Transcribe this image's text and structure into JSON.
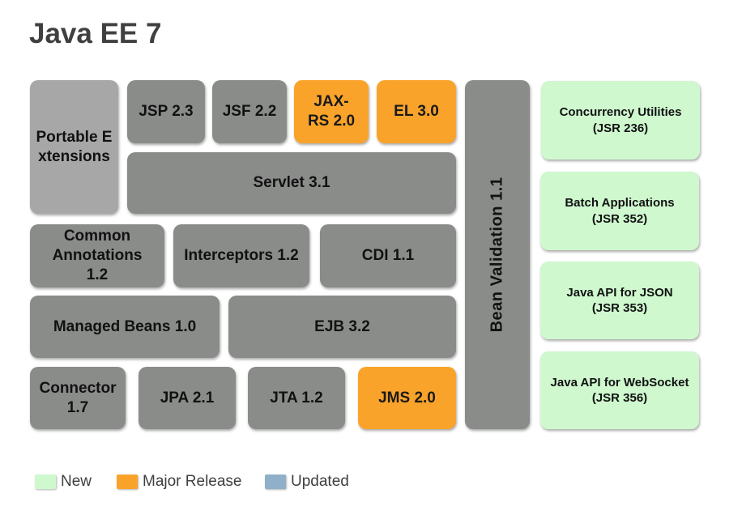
{
  "title": "Java EE 7",
  "colors": {
    "gray": "#8a8c8a",
    "orange": "#f9a32a",
    "green": "#cff8cf",
    "updated": "#8fb0c8"
  },
  "boxes": {
    "portable_extensions": "Portable Extensions",
    "jsp": "JSP 2.3",
    "jsf": "JSF 2.2",
    "jaxrs": "JAX-RS 2.0",
    "el": "EL 3.0",
    "servlet": "Servlet 3.1",
    "bean_validation": "Bean Validation 1.1",
    "common_annotations": "Common Annotations 1.2",
    "interceptors": "Interceptors 1.2",
    "cdi": "CDI 1.1",
    "managed_beans": "Managed Beans 1.0",
    "ejb": "EJB 3.2",
    "connector": "Connector 1.7",
    "jpa": "JPA 2.1",
    "jta": "JTA 1.2",
    "jms": "JMS 2.0"
  },
  "new_apis": {
    "concurrency": {
      "name": "Concurrency Utilities",
      "jsr": "(JSR 236)"
    },
    "batch": {
      "name": "Batch Applications",
      "jsr": "(JSR 352)"
    },
    "json": {
      "name": "Java API for JSON",
      "jsr": "(JSR 353)"
    },
    "websocket": {
      "name": "Java API for WebSocket",
      "jsr": "(JSR 356)"
    }
  },
  "legend": {
    "new": "New",
    "major": "Major Release",
    "updated": "Updated"
  }
}
